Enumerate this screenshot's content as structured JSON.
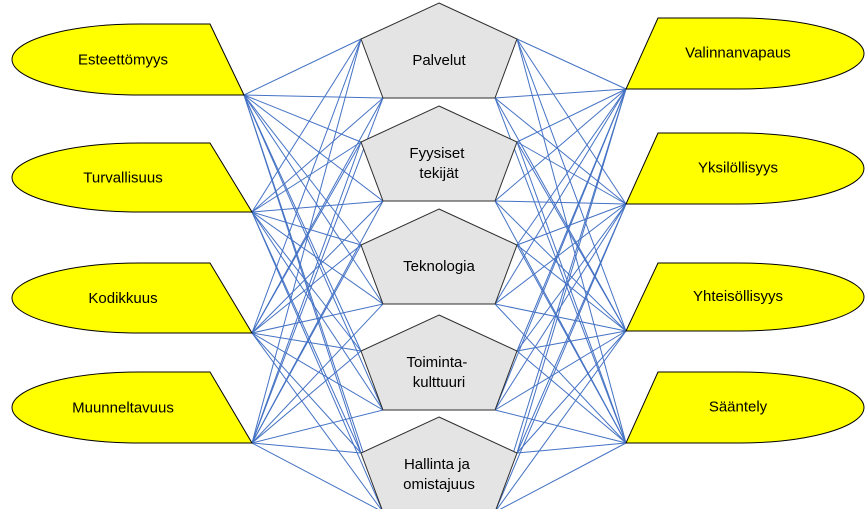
{
  "colors": {
    "left_fill": "#FFFF00",
    "right_fill": "#FFFF00",
    "shape_stroke": "#000000",
    "center_fill": "#E4E4E4",
    "center_stroke": "#2E2E2E",
    "link_color": "#4472C4"
  },
  "left_nodes": [
    {
      "label": "Esteettömyys"
    },
    {
      "label": "Turvallisuus"
    },
    {
      "label": "Kodikkuus"
    },
    {
      "label": "Muunneltavuus"
    }
  ],
  "center_nodes": [
    {
      "lines": [
        "Palvelut"
      ]
    },
    {
      "lines": [
        "Fyysiset",
        "tekijät"
      ]
    },
    {
      "lines": [
        "Teknologia"
      ]
    },
    {
      "lines": [
        "Toiminta-",
        "kulttuuri"
      ]
    },
    {
      "lines": [
        "Hallinta ja",
        "omistajuus"
      ]
    }
  ],
  "right_nodes": [
    {
      "label": "Valinnanvapaus"
    },
    {
      "label": "Yksilöllisyys"
    },
    {
      "label": "Yhteisöllisyys"
    },
    {
      "label": "Sääntely"
    }
  ]
}
